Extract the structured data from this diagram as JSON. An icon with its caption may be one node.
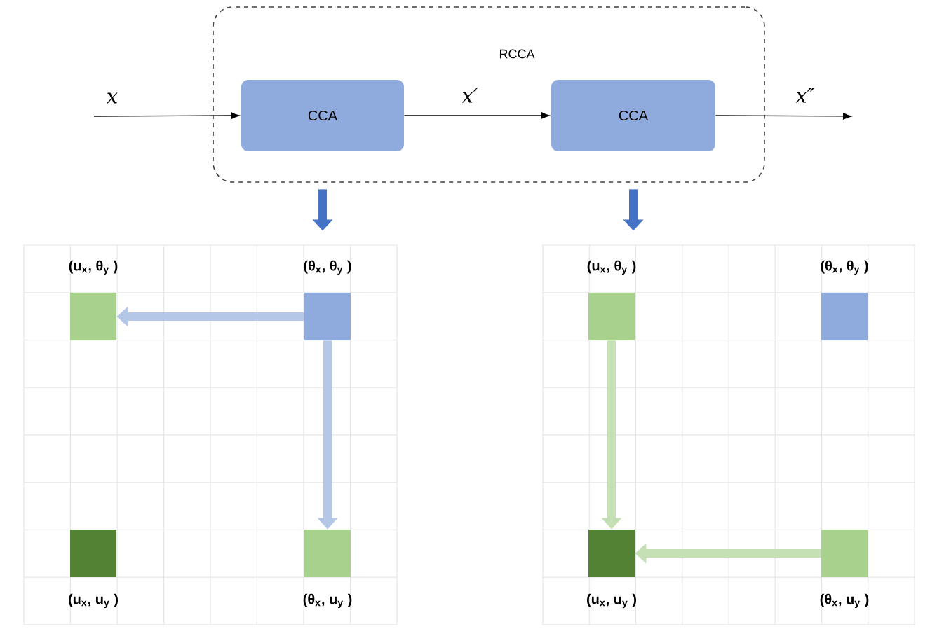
{
  "diagram": {
    "nodes": [
      {
        "text": [
          "RCCA"
        ]
      },
      {
        "text": [
          "CCA"
        ],
        "in": 0
      },
      {
        "text": [
          "CCA"
        ],
        "in": 0
      },
      {
        "text": [],
        "shape": "grid"
      },
      {
        "text": [],
        "shape": "box",
        "in": 3,
        "beside": [
          "(u$_{x}$,  θ$_{y}$ )"
        ]
      },
      {
        "text": [],
        "shape": "box",
        "in": 3,
        "beside": [
          "(θ$_{x}$,  θ$_{y}$ )"
        ]
      },
      {
        "text": [],
        "shape": "box",
        "in": 3,
        "beside": [
          "(u$_{x}$,  u$_{y}$ )"
        ]
      },
      {
        "text": [],
        "shape": "box",
        "in": 3,
        "beside": [
          "(θ$_{x}$,  u$_{y}$ )"
        ]
      },
      {
        "text": [],
        "shape": "grid"
      },
      {
        "text": [],
        "shape": "box",
        "in": 8,
        "beside": [
          "(u$_{x}$,  θ$_{y}$ )"
        ]
      },
      {
        "text": [],
        "shape": "box",
        "in": 8,
        "beside": [
          "(θ$_{x}$,  θ$_{y}$ )"
        ]
      },
      {
        "text": [],
        "shape": "box",
        "in": 8,
        "beside": [
          "(u$_{x}$,  u$_{y}$ )"
        ]
      },
      {
        "text": [],
        "shape": "box",
        "in": 8,
        "beside": [
          "(θ$_{x}$,  u$_{y}$ )"
        ]
      }
    ],
    "edges": [
      {
        "from": null,
        "to": 1,
        "arrow": "to",
        "label": "x"
      },
      {
        "from": 1,
        "to": 2,
        "arrow": "to",
        "label": "x′"
      },
      {
        "from": 2,
        "to": null,
        "arrow": "to",
        "label": "x″"
      },
      {
        "from": 1,
        "to": 3,
        "arrow": "to",
        "color": "#4472c4"
      },
      {
        "from": 2,
        "to": 8,
        "arrow": "to",
        "color": "#4472c4"
      },
      {
        "from": 5,
        "to": 4,
        "arrow": "to",
        "color": "#b4c7e7"
      },
      {
        "from": 5,
        "to": 7,
        "arrow": "to",
        "color": "#b4c7e7"
      },
      {
        "from": 9,
        "to": 11,
        "arrow": "to",
        "color": "#c5e0b4"
      },
      {
        "from": 12,
        "to": 11,
        "arrow": "to",
        "color": "#c5e0b4"
      }
    ]
  }
}
